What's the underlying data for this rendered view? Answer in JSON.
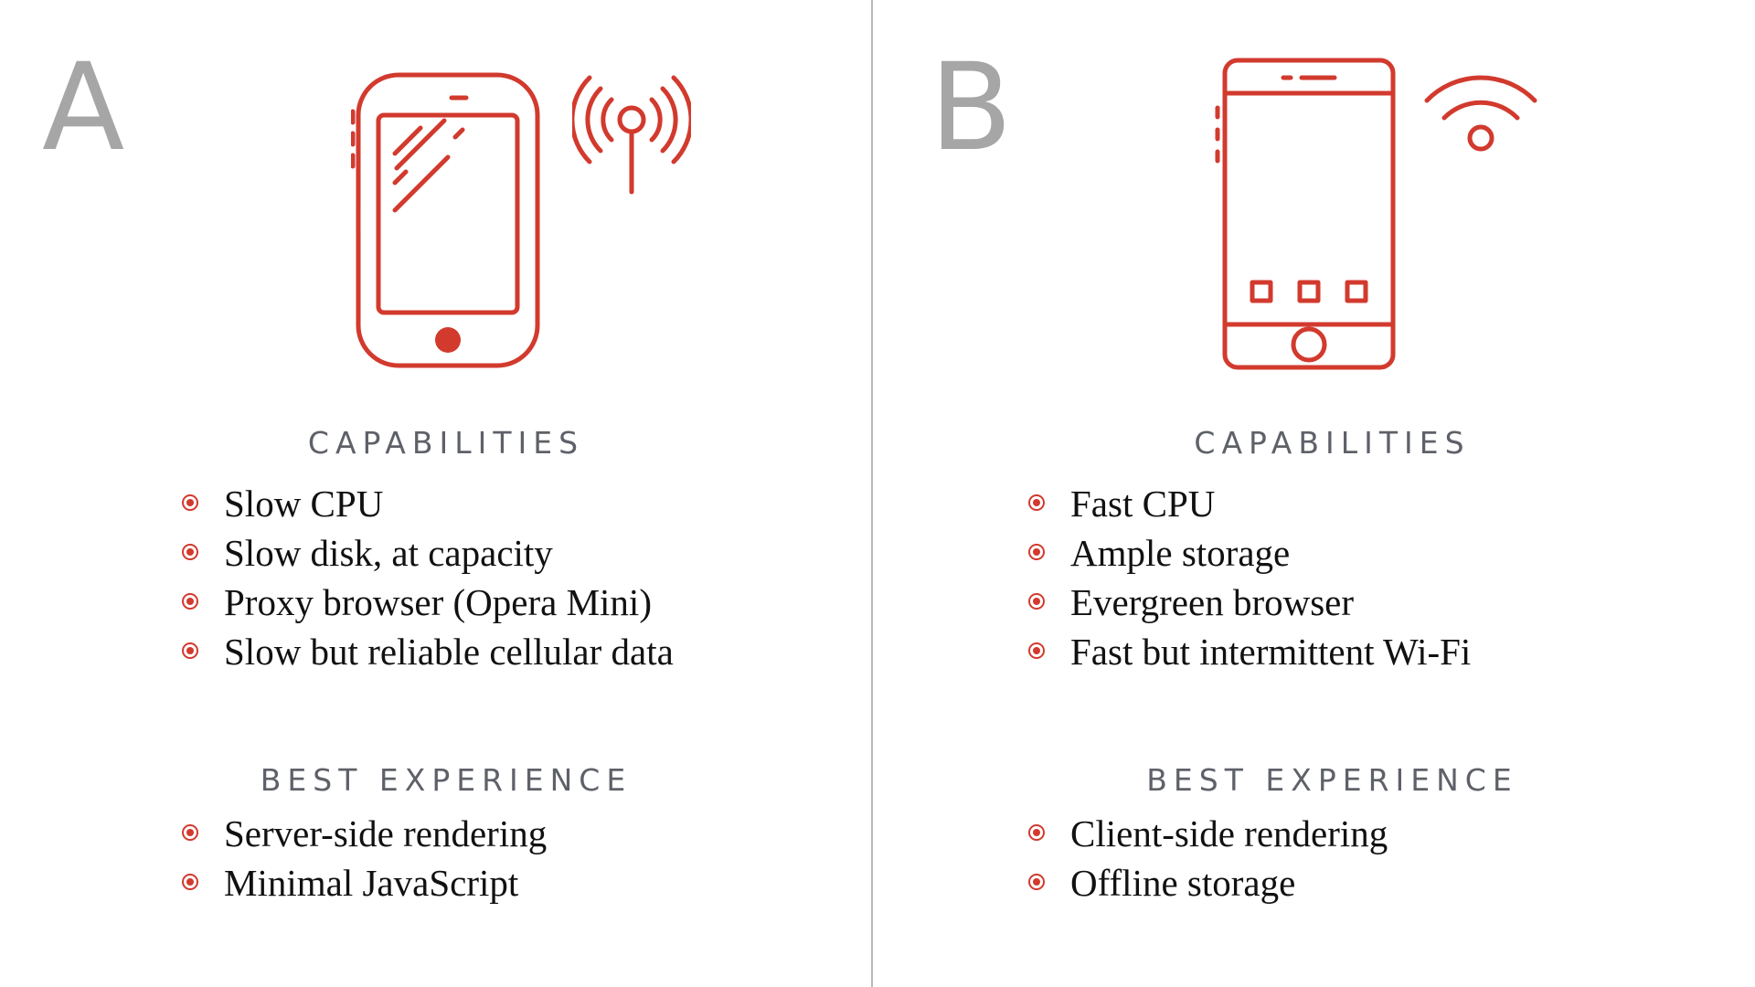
{
  "colors": {
    "accent": "#d23a2e",
    "letter": "#a6a6a6",
    "heading": "#5e6168",
    "body_text": "#111111",
    "divider": "#b9b9b9",
    "background": "#ffffff"
  },
  "panels": [
    {
      "letter": "A",
      "device_icon": "basic-smartphone-icon",
      "signal_icon": "cellular-antenna-icon",
      "capabilities": {
        "heading": "CAPABILITIES",
        "items": [
          "Slow CPU",
          "Slow disk, at capacity",
          "Proxy browser (Opera Mini)",
          "Slow but reliable cellular data"
        ]
      },
      "best_experience": {
        "heading": "BEST EXPERIENCE",
        "items": [
          "Server-side rendering",
          "Minimal JavaScript"
        ]
      }
    },
    {
      "letter": "B",
      "device_icon": "modern-smartphone-icon",
      "signal_icon": "wifi-icon",
      "capabilities": {
        "heading": "CAPABILITIES",
        "items": [
          "Fast CPU",
          "Ample storage",
          "Evergreen browser",
          "Fast but intermittent Wi-Fi"
        ]
      },
      "best_experience": {
        "heading": "BEST EXPERIENCE",
        "items": [
          "Client-side rendering",
          "Offline storage"
        ]
      }
    }
  ]
}
